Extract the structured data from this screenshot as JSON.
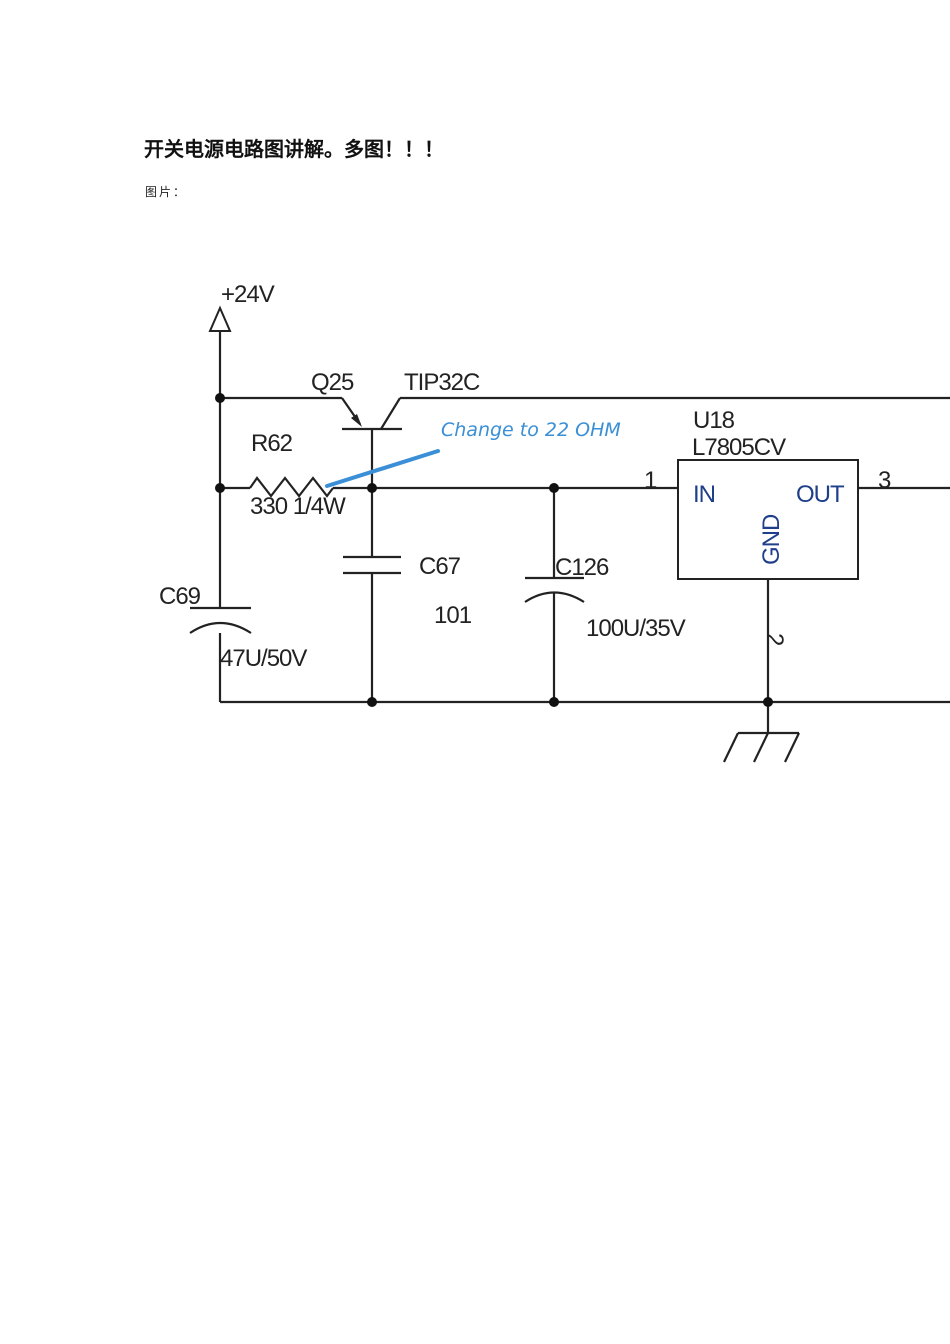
{
  "document": {
    "title": "开关电源电路图讲解。多图！！！",
    "caption": "图片："
  },
  "schematic": {
    "supply_label": "+24V",
    "transistor": {
      "ref": "Q25",
      "part": "TIP32C"
    },
    "resistor": {
      "ref": "R62",
      "value": "330 1/4W"
    },
    "annotation": "Change to 22 OHM",
    "capacitors": [
      {
        "ref": "C69",
        "value": "47U/50V"
      },
      {
        "ref": "C67",
        "value": "101"
      },
      {
        "ref": "C126",
        "value": "100U/35V"
      }
    ],
    "regulator": {
      "ref": "U18",
      "part": "L7805CV",
      "pin_in_label": "IN",
      "pin_out_label": "OUT",
      "pin_gnd_label": "GND",
      "pin_in_number": "1",
      "pin_out_number": "3",
      "pin_gnd_number": "2"
    },
    "colors": {
      "ink": "#222222",
      "regulator_text": "#1f3f8a",
      "annotation": "#3a8fd6"
    }
  }
}
